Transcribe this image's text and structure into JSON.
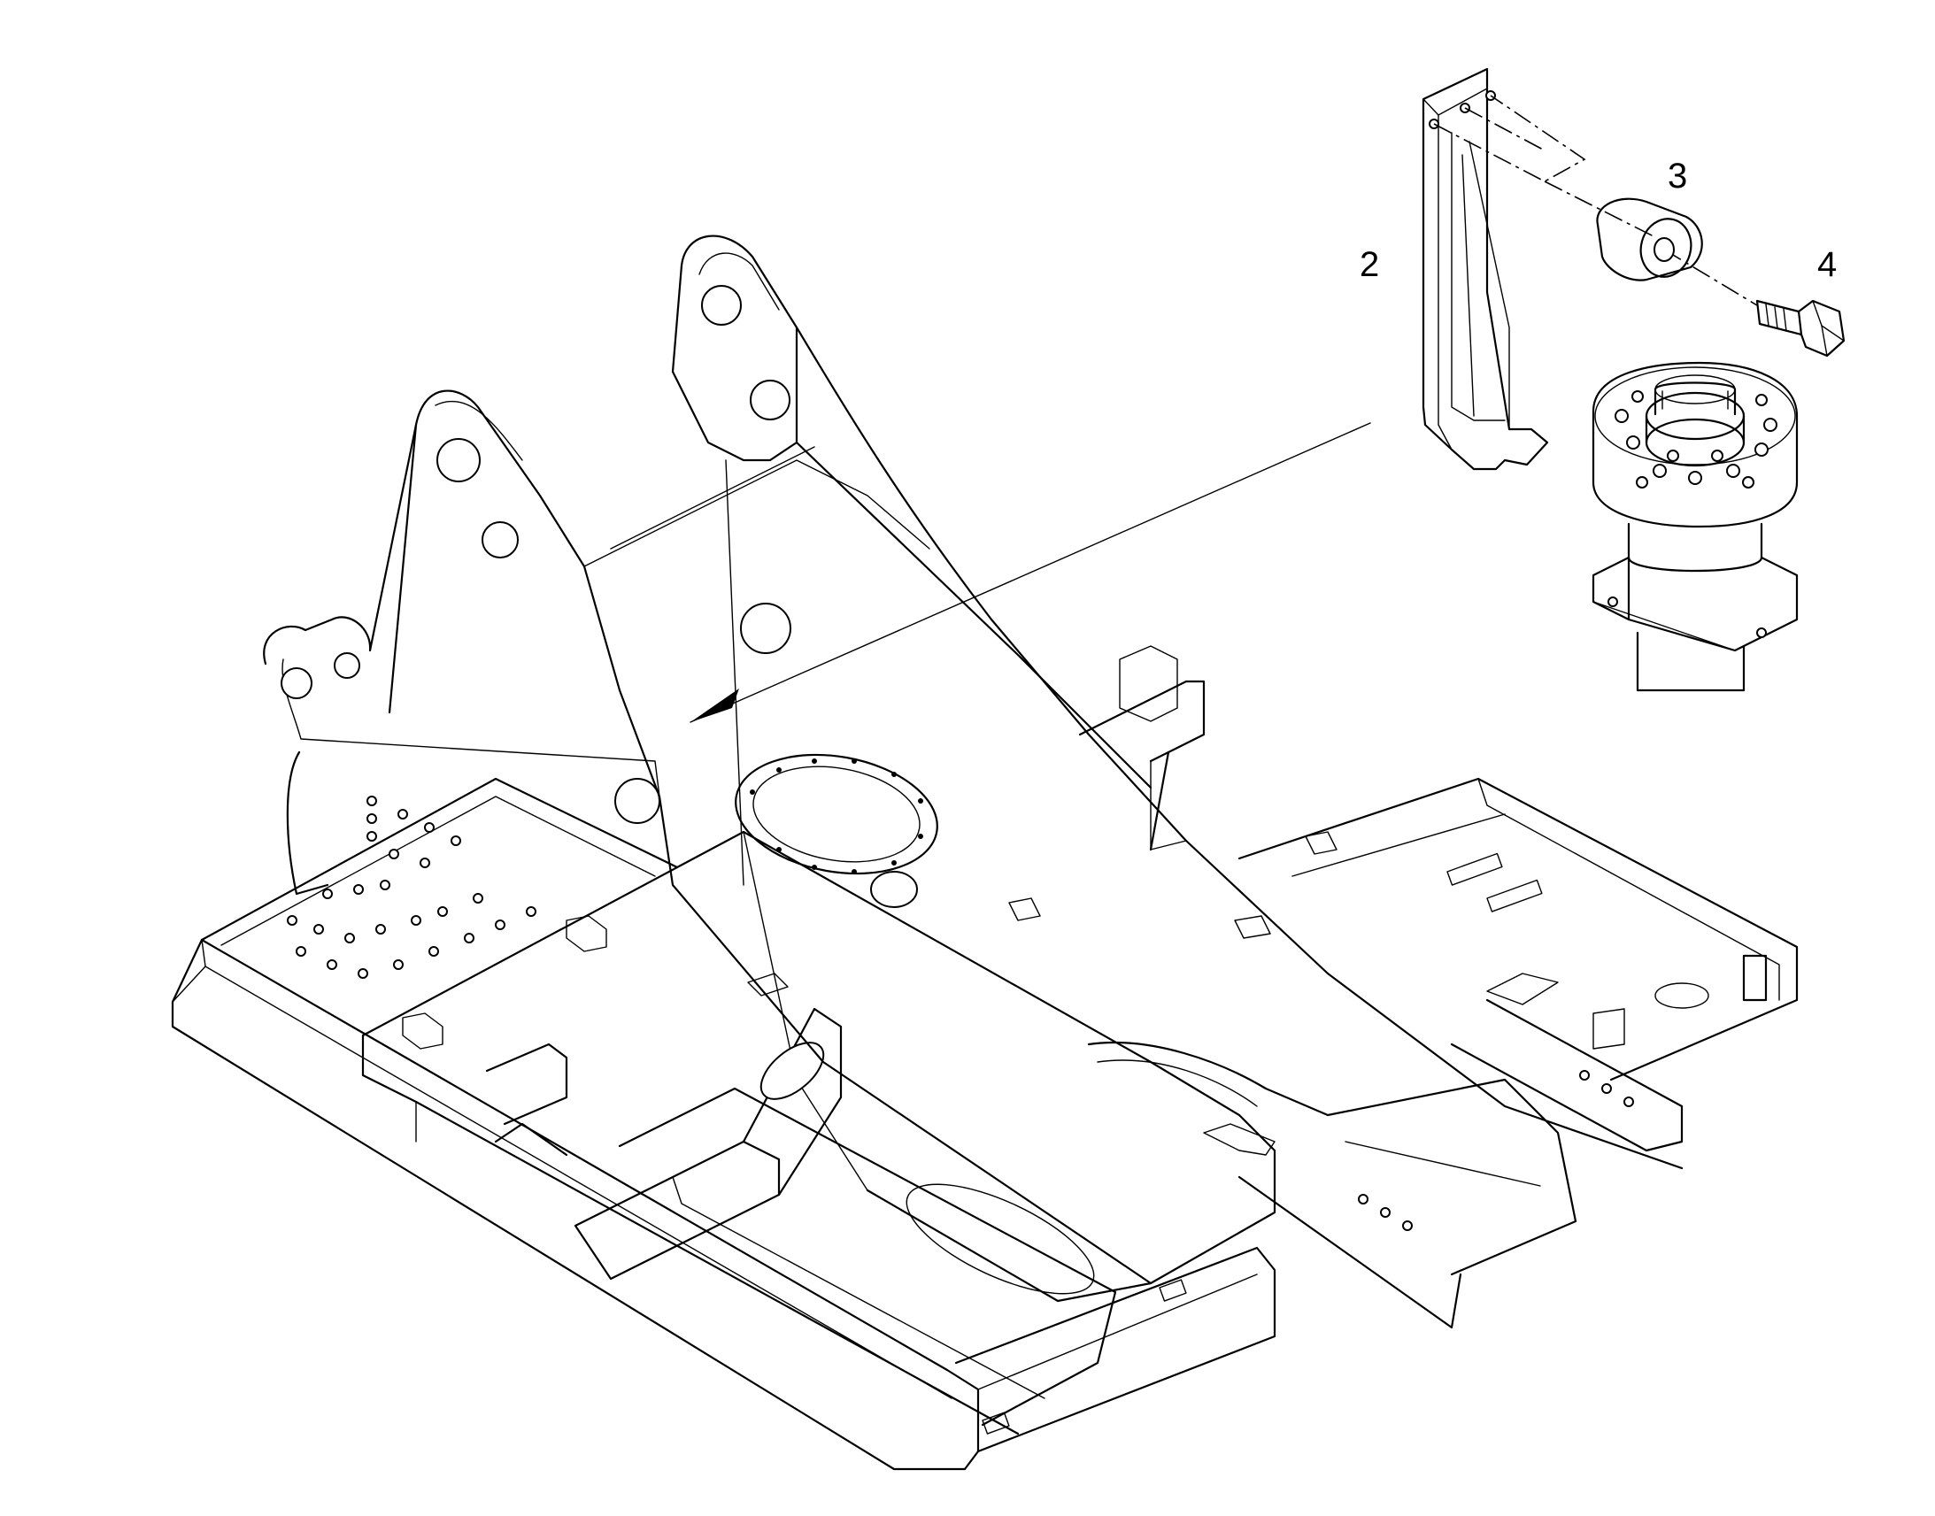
{
  "callouts": [
    {
      "id": "2",
      "text": "2"
    },
    {
      "id": "3",
      "text": "3"
    },
    {
      "id": "4",
      "text": "4"
    }
  ],
  "parts": [
    {
      "name": "mounting-bracket",
      "callout": "2"
    },
    {
      "name": "spacer-bushing",
      "callout": "3"
    },
    {
      "name": "hex-bolt",
      "callout": "4"
    }
  ],
  "colors": {
    "line": "#000000",
    "background": "#ffffff"
  }
}
